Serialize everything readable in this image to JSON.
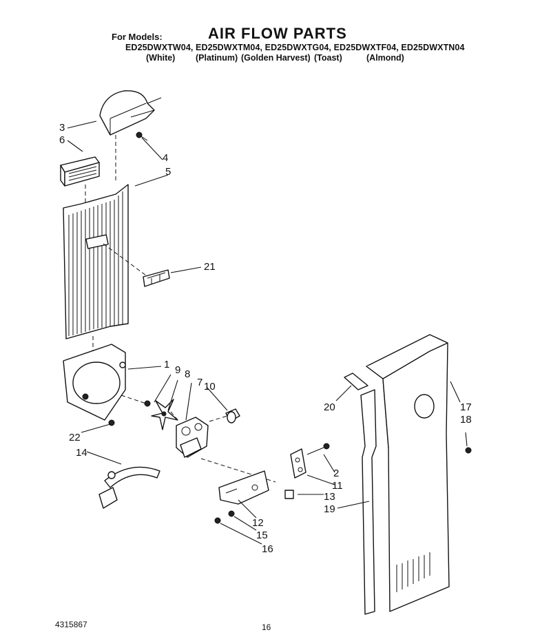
{
  "header": {
    "for_models": "For Models:",
    "title": "AIR FLOW PARTS",
    "models": "ED25DWXTW04, ED25DWXTM04, ED25DWXTG04, ED25DWXTF04, ED25DWXTN04",
    "colors": [
      "(White)",
      "(Platinum)",
      "(Golden Harvest)",
      "(Toast)",
      "(Almond)"
    ]
  },
  "callouts": [
    "1",
    "2",
    "3",
    "4",
    "5",
    "6",
    "7",
    "8",
    "9",
    "10",
    "11",
    "12",
    "13",
    "14",
    "15",
    "16",
    "17",
    "18",
    "19",
    "20",
    "21",
    "22"
  ],
  "footer": {
    "doc_number": "4315867",
    "page_number": "16"
  }
}
